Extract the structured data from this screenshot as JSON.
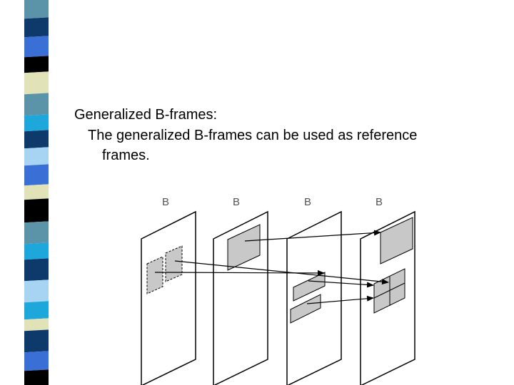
{
  "slide": {
    "heading": "Generalized B-frames:",
    "body_line_1": "The generalized B-frames can be used as reference",
    "body_line_2": "frames."
  },
  "diagram": {
    "frame_labels": [
      "B",
      "B",
      "B",
      "B"
    ]
  },
  "colors": {
    "stripe_palette": [
      "#5b93a8",
      "#0e3a6b",
      "#3a6fd6",
      "#e2e2b8",
      "#000000",
      "#a6d4f2",
      "#1ea7db"
    ],
    "region_fill": "#c8c8c8"
  }
}
